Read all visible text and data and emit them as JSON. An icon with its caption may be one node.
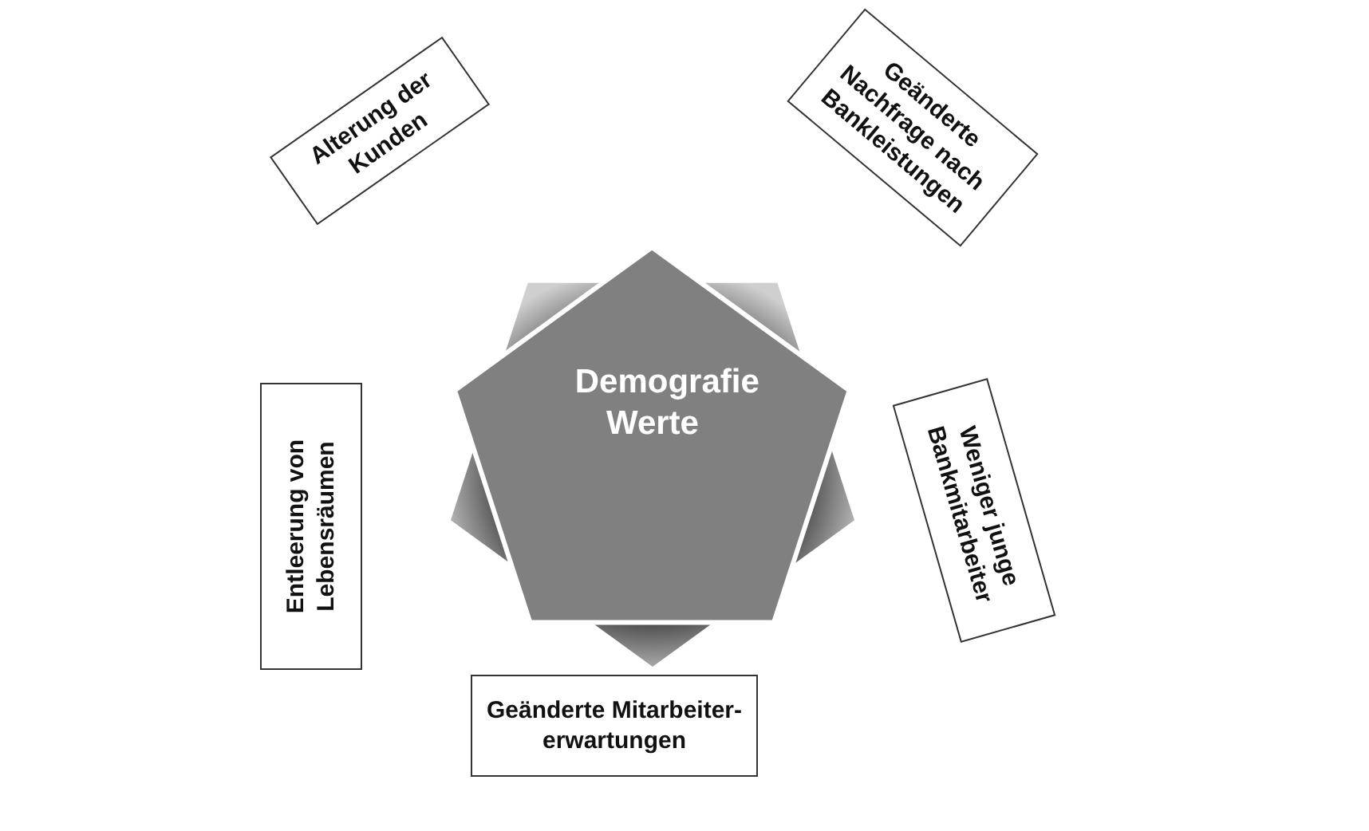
{
  "diagram": {
    "nodes": [
      {
        "text": [
          "Demografie Werte"
        ]
      },
      {
        "text": [
          "Alterung der Kunden"
        ]
      },
      {
        "text": [
          "Geänderte Nachfrage nach Bankleistungen"
        ]
      },
      {
        "text": [
          "Weniger junge Bankmitarbeiter"
        ]
      },
      {
        "text": [
          "Geänderte Mitarbeiter-erwartungen"
        ]
      },
      {
        "text": [
          "Entleerung von Lebensräumen"
        ]
      }
    ]
  }
}
